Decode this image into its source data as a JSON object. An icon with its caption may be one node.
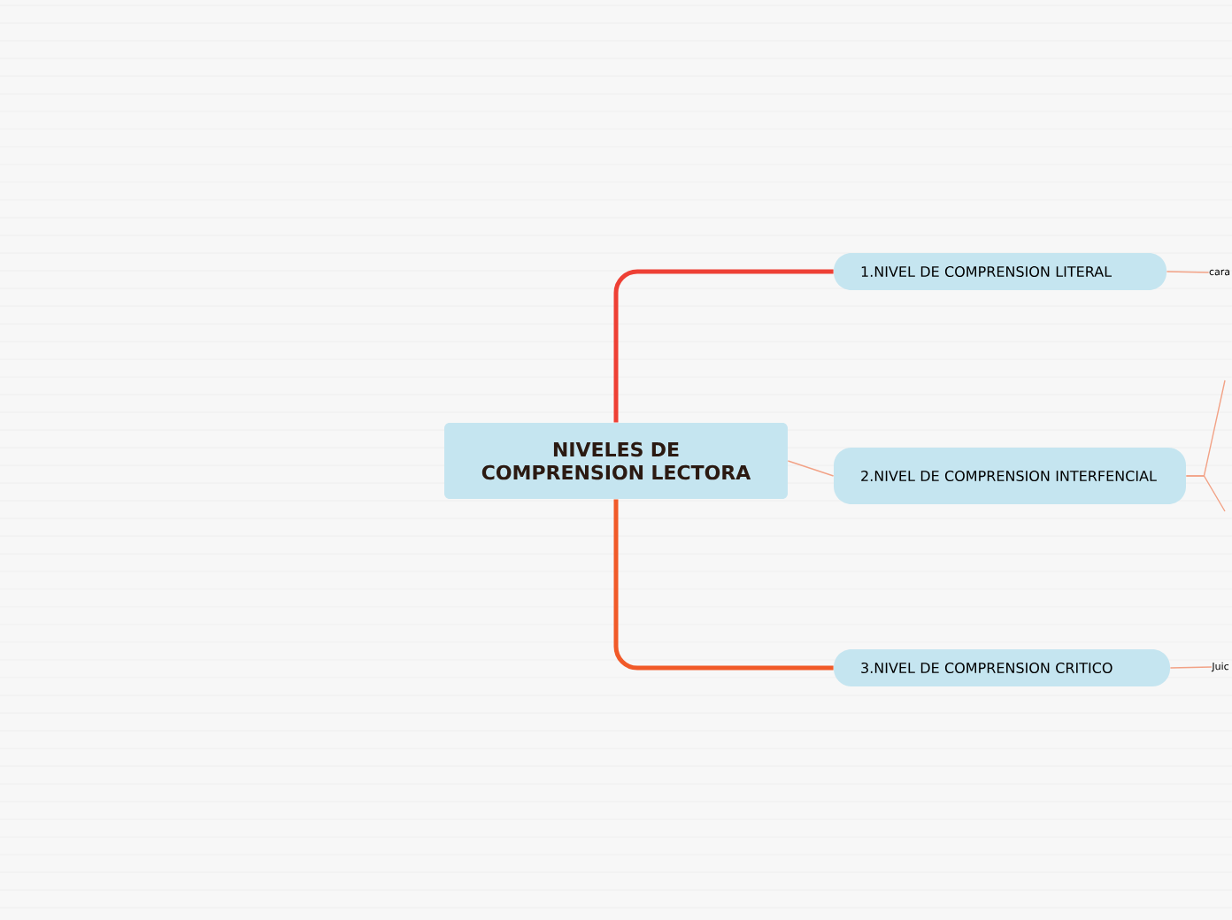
{
  "diagram": {
    "nodes": [
      {
        "text": [
          "NIVELES DE COMPRENSION LECTORA"
        ]
      },
      {
        "text": [
          "1.NIVEL DE COMPRENSION LITERAL"
        ]
      },
      {
        "text": [
          "2.NIVEL DE COMPRENSION INTERFENCIAL"
        ]
      },
      {
        "text": [
          "3.NIVEL DE COMPRENSION CRITICO"
        ]
      },
      {
        "text": [
          "cara"
        ]
      },
      {
        "text": [
          "Juic"
        ]
      }
    ],
    "edges": [
      {
        "from": 0,
        "to": 1,
        "arrow": "none",
        "style": "thick",
        "color": "#ee4035"
      },
      {
        "from": 0,
        "to": 2,
        "arrow": "none"
      },
      {
        "from": 0,
        "to": 3,
        "arrow": "none",
        "style": "thick",
        "color": "#f15a29"
      },
      {
        "from": 1,
        "to": 4,
        "arrow": "none"
      },
      {
        "from": 2,
        "to": null,
        "arrow": "none"
      },
      {
        "from": 2,
        "to": null,
        "arrow": "none"
      },
      {
        "from": 3,
        "to": 5,
        "arrow": "none"
      }
    ]
  }
}
